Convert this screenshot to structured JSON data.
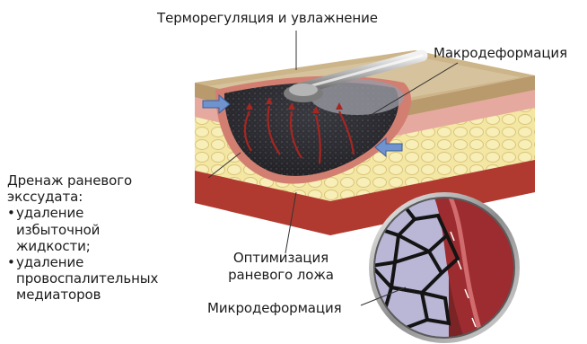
{
  "diagram": {
    "labels": {
      "thermo": "Терморегуляция и увлажнение",
      "macro": "Макродеформация",
      "optimization_line1": "Оптимизация",
      "optimization_line2": "раневого ложа",
      "micro": "Микродеформация",
      "drain_line1": "Дренаж раневого",
      "drain_line2": "экссудата:",
      "drain_items": [
        [
          "удаление",
          "избыточной",
          "жидкости;"
        ],
        [
          "удаление",
          "провоспалительных",
          "медиаторов"
        ]
      ]
    },
    "colors": {
      "skin_top": "#cdb58a",
      "epidermis": "#b89a6c",
      "dermis": "#e6a99f",
      "fat": "#f2e49a",
      "muscle": "#b13a30",
      "foam": "#2a2a30",
      "arrow": "#6f93cf",
      "arrow_red": "#a62621",
      "leader": "#333333",
      "lens_rim": "#9a9a9a",
      "wound_edge": "#d27f72"
    },
    "icons": {
      "tube": "suction-tube-icon",
      "pressure_arrows": "blue-arrow-icon",
      "flow_arrows": "red-arrow-icon",
      "magnifier": "magnifier-lens-icon"
    }
  }
}
